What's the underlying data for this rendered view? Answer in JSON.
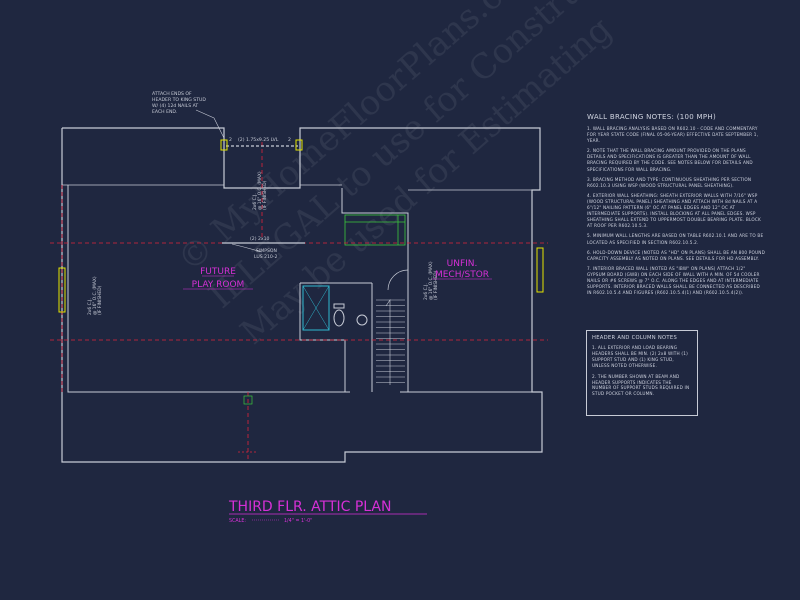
{
  "colors": {
    "background": "#1f2740",
    "wall": "#c7cbd6",
    "dim_red": "#e0243a",
    "magenta": "#d630d6",
    "yellow": "#e6e600",
    "green": "#3cc83c",
    "cyan": "#2fb9d0",
    "note_text": "#d0d4e0",
    "watermark": "rgba(255,255,255,0.07)"
  },
  "watermark": {
    "line1": "© MyHomeFloorPlans.com",
    "line2": "ILLEGAL to use for Construction",
    "line3": "May be used for Estimating"
  },
  "plan": {
    "title": "THIRD FLR. ATTIC PLAN",
    "scale_label": "SCALE:",
    "scale_value": "1/4\" = 1'-0\"",
    "rooms": [
      {
        "id": "play",
        "line1": "FUTURE",
        "line2": "PLAY ROOM"
      },
      {
        "id": "mech",
        "line1": "UNFIN.",
        "line2": "MECH/STOR"
      }
    ],
    "callouts": {
      "attach_note": [
        "ATTACH ENDS OF",
        "HEADER TO KING STUD",
        "W/ (4) 12d NAILS AT",
        "EACH END."
      ],
      "top_header": "(2) 1.75x9.25 LVL",
      "top_header_num_left": "2",
      "top_header_num_right": "2",
      "mid_header": "(2) 2x10",
      "simpson": [
        "SIMPSON",
        "LUS 210-2"
      ],
      "vert_dims": [
        {
          "id": "play_center",
          "lines": [
            "2x6 C.J.",
            "@ 16\" O.C. (MAX)",
            "(IF FINISHED)"
          ]
        },
        {
          "id": "left",
          "lines": [
            "2x6 C.J.",
            "@ 16\" O.C. (MAX)",
            "(IF FINISHED)"
          ]
        },
        {
          "id": "mech",
          "lines": [
            "2x6 C.J.",
            "@ 16\" O.C. (MAX)",
            "(IF FINISHED)"
          ]
        }
      ]
    }
  },
  "wall_bracing_notes": {
    "title": "WALL BRACING NOTES: (100 MPH)",
    "items": [
      "1. WALL BRACING ANALYSIS BASED ON R602.10 - CODE AND COMMENTARY FOR YEAR STATE CODE (FINAL 05-06-YEAR) EFFECTIVE DATE SEPTEMBER 1, YEAR.",
      "2. NOTE THAT THE WALL BRACING AMOUNT PROVIDED ON THE PLANS DETAILS AND SPECIFICATIONS IS GREATER THAN THE AMOUNT OF WALL BRACING REQUIRED BY THE CODE. SEE NOTES BELOW FOR DETAILS AND SPECIFICATIONS FOR WALL BRACING.",
      "3. BRACING METHOD AND TYPE: CONTINUOUS SHEATHING PER SECTION R602.10.3 USING WSP (WOOD STRUCTURAL PANEL SHEATHING).",
      "4. EXTERIOR WALL SHEATHING: SHEATH EXTERIOR WALLS WITH 7/16\" WSP (WOOD STRUCTURAL PANEL) SHEATHING AND ATTACH WITH 8d NAILS AT A 6\"/12\" NAILING PATTERN (6\" OC AT PANEL EDGES AND 12\" OC AT INTERMEDIATE SUPPORTS). INSTALL BLOCKING AT ALL PANEL EDGES. WSP SHEATHING SHALL EXTEND TO UPPERMOST DOUBLE BEARING PLATE. BLOCK AT ROOF PER R602.10.5.3.",
      "5. MINIMUM WALL LENGTHS ARE BASED ON TABLE R602.10.1 AND ARE TO BE LOCATED AS SPECIFIED IN SECTION R602.10.5.2.",
      "6. HOLD-DOWN DEVICE (NOTED AS \"HD\" ON PLANS) SHALL BE AN 800 POUND CAPACITY ASSEMBLY AS NOTED ON PLANS. SEE DETAILS FOR HD ASSEMBLY.",
      "7. INTERIOR BRACED WALL (NOTED AS \"IBW\" ON PLANS) ATTACH 1/2\" GYPSUM BOARD (GWB) ON EACH SIDE OF WALL WITH A MIN. OF 5d COOLER NAILS OR #6 SCREWS @ 7\" O.C. ALONG THE EDGES AND AT INTERMEDIATE SUPPORTS. INTERIOR BRACED WALLS SHALL BE CONNECTED AS DESCRIBED IN R602.10.5.4 AND FIGURES (R602.10.5.4(1) AND (R602.10.5.4(2))."
    ]
  },
  "header_column_notes": {
    "title": "HEADER AND COLUMN NOTES",
    "items": [
      "1. ALL EXTERIOR AND LOAD BEARING HEADERS SHALL BE MIN. (2) 2x8 WITH (1) SUPPORT STUD AND (1) KING STUD, UNLESS NOTED OTHERWISE.",
      "2. THE NUMBER SHOWN AT BEAM AND HEADER SUPPORTS INDICATES THE NUMBER OF SUPPORT STUDS REQUIRED IN STUD POCKET OR COLUMN."
    ]
  }
}
